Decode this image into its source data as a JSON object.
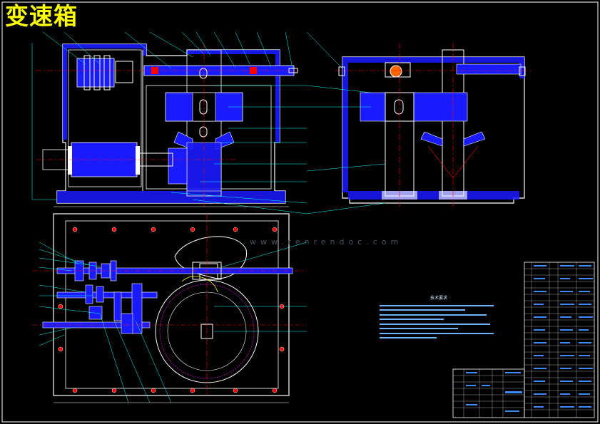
{
  "drawing": {
    "title": "变速箱",
    "watermark_text": "www.renrendoc.com",
    "notes_title": "技术要求",
    "colors": {
      "background": "#000000",
      "outline": "#ffffff",
      "section_fill": "#0000ff",
      "centerline": "#ff0000",
      "leader": "#00ffff",
      "title_text": "#ffff00",
      "gear_teeth": "#ff00ff"
    }
  }
}
